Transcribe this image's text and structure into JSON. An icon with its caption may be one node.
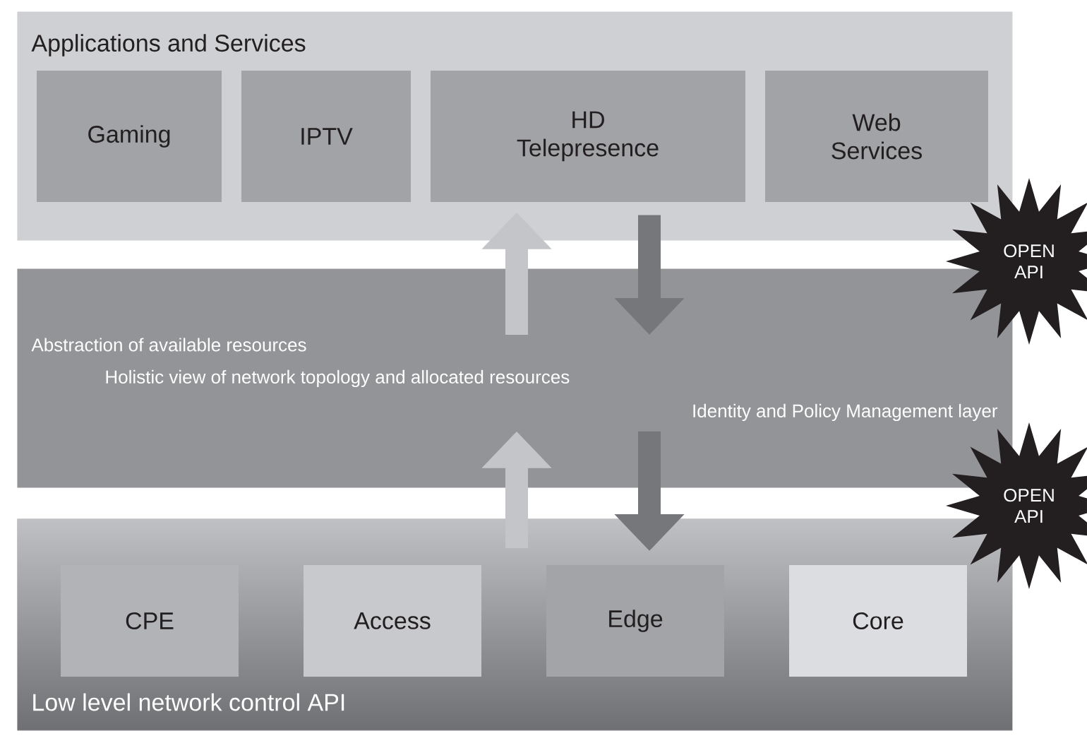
{
  "diagram": {
    "nodes": [
      {
        "text": [
          "Applications and Services"
        ]
      },
      {
        "text": [
          "Gaming"
        ],
        "in": 0
      },
      {
        "text": [
          "IPTV"
        ],
        "in": 0
      },
      {
        "text": [
          "HD Telepresence"
        ],
        "in": 0
      },
      {
        "text": [
          "Web Services"
        ],
        "in": 0
      },
      {
        "text": [
          "Abstraction of available resources",
          "Holistic view of network topology and allocated resources",
          "Identity and Policy Management layer"
        ]
      },
      {
        "text": [
          "Low level network control API"
        ]
      },
      {
        "text": [
          "CPE"
        ],
        "in": 6
      },
      {
        "text": [
          "Access"
        ],
        "in": 6
      },
      {
        "text": [
          "Edge"
        ],
        "in": 6
      },
      {
        "text": [
          "Core"
        ],
        "in": 6
      },
      {
        "text": [
          "OPEN API"
        ]
      },
      {
        "text": [
          "OPEN API"
        ]
      }
    ],
    "edges": [
      {
        "from": 5,
        "to": 0,
        "arrow": "to",
        "color": "#c4c5c9"
      },
      {
        "from": 3,
        "to": 5,
        "arrow": "to",
        "color": "#76777b"
      },
      {
        "from": 6,
        "to": 5,
        "arrow": "to",
        "color": "#c4c5c9"
      },
      {
        "from": 5,
        "to": 6,
        "arrow": "to",
        "color": "#76777b"
      }
    ]
  }
}
